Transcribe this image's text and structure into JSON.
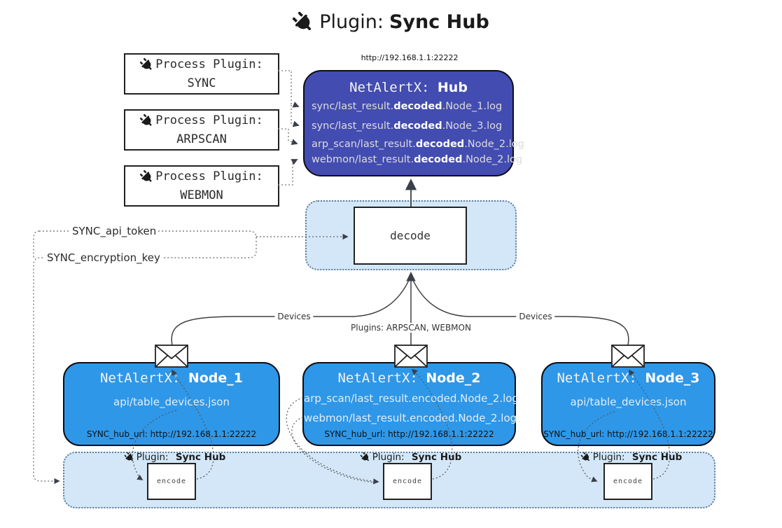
{
  "title": {
    "prefix": "Plugin:",
    "name": "Sync Hub"
  },
  "process_plugins": [
    {
      "label": "Process Plugin:",
      "name": "SYNC"
    },
    {
      "label": "Process Plugin:",
      "name": "ARPSCAN"
    },
    {
      "label": "Process Plugin:",
      "name": "WEBMON"
    }
  ],
  "hub": {
    "url": "http://192.168.1.1:22222",
    "title_prefix": "NetAlertX: ",
    "title_name": "Hub",
    "files": [
      {
        "pre": "sync/last_result.",
        "bold": "decoded",
        "post": ".Node_1.log"
      },
      {
        "pre": "sync/last_result.",
        "bold": "decoded",
        "post": ".Node_3.log"
      },
      {
        "pre": "arp_scan/last_result.",
        "bold": "decoded",
        "post": ".Node_2.log"
      },
      {
        "pre": "webmon/last_result.",
        "bold": "decoded",
        "post": ".Node_2.log"
      }
    ]
  },
  "decode": {
    "label": "decode"
  },
  "tokens": {
    "api_token": "SYNC_api_token",
    "encryption_key": "SYNC_encryption_key"
  },
  "edges": {
    "devices_left": "Devices",
    "plugins_mid": "Plugins: ARPSCAN, WEBMON",
    "devices_right": "Devices"
  },
  "nodes": [
    {
      "title_prefix": "NetAlertX: ",
      "title_name": "Node_1",
      "files": [
        "api/table_devices.json"
      ],
      "hub_url": "SYNC_hub_url: http://192.168.1.1:22222"
    },
    {
      "title_prefix": "NetAlertX: ",
      "title_name": "Node_2",
      "files": [
        "arp_scan/last_result.encoded.Node_2.log",
        "webmon/last_result.encoded.Node_2.log"
      ],
      "hub_url": "SYNC_hub_url: http://192.168.1.1:22222"
    },
    {
      "title_prefix": "NetAlertX: ",
      "title_name": "Node_3",
      "files": [
        "api/table_devices.json"
      ],
      "hub_url": "SYNC_hub_url: http://192.168.1.1:22222"
    }
  ],
  "encoders": [
    {
      "plugin_prefix": "Plugin:",
      "plugin_name": "Sync Hub",
      "box_label": "encode"
    },
    {
      "plugin_prefix": "Plugin:",
      "plugin_name": "Sync Hub",
      "box_label": "encode"
    },
    {
      "plugin_prefix": "Plugin:",
      "plugin_name": "Sync Hub",
      "box_label": "encode"
    }
  ],
  "colors": {
    "hub_fill": "#434cb0",
    "node_fill": "#2e97e8",
    "panel_fill": "#d3e7f8",
    "panel_border": "#5f7d9c",
    "line": "#3f3f3f"
  }
}
